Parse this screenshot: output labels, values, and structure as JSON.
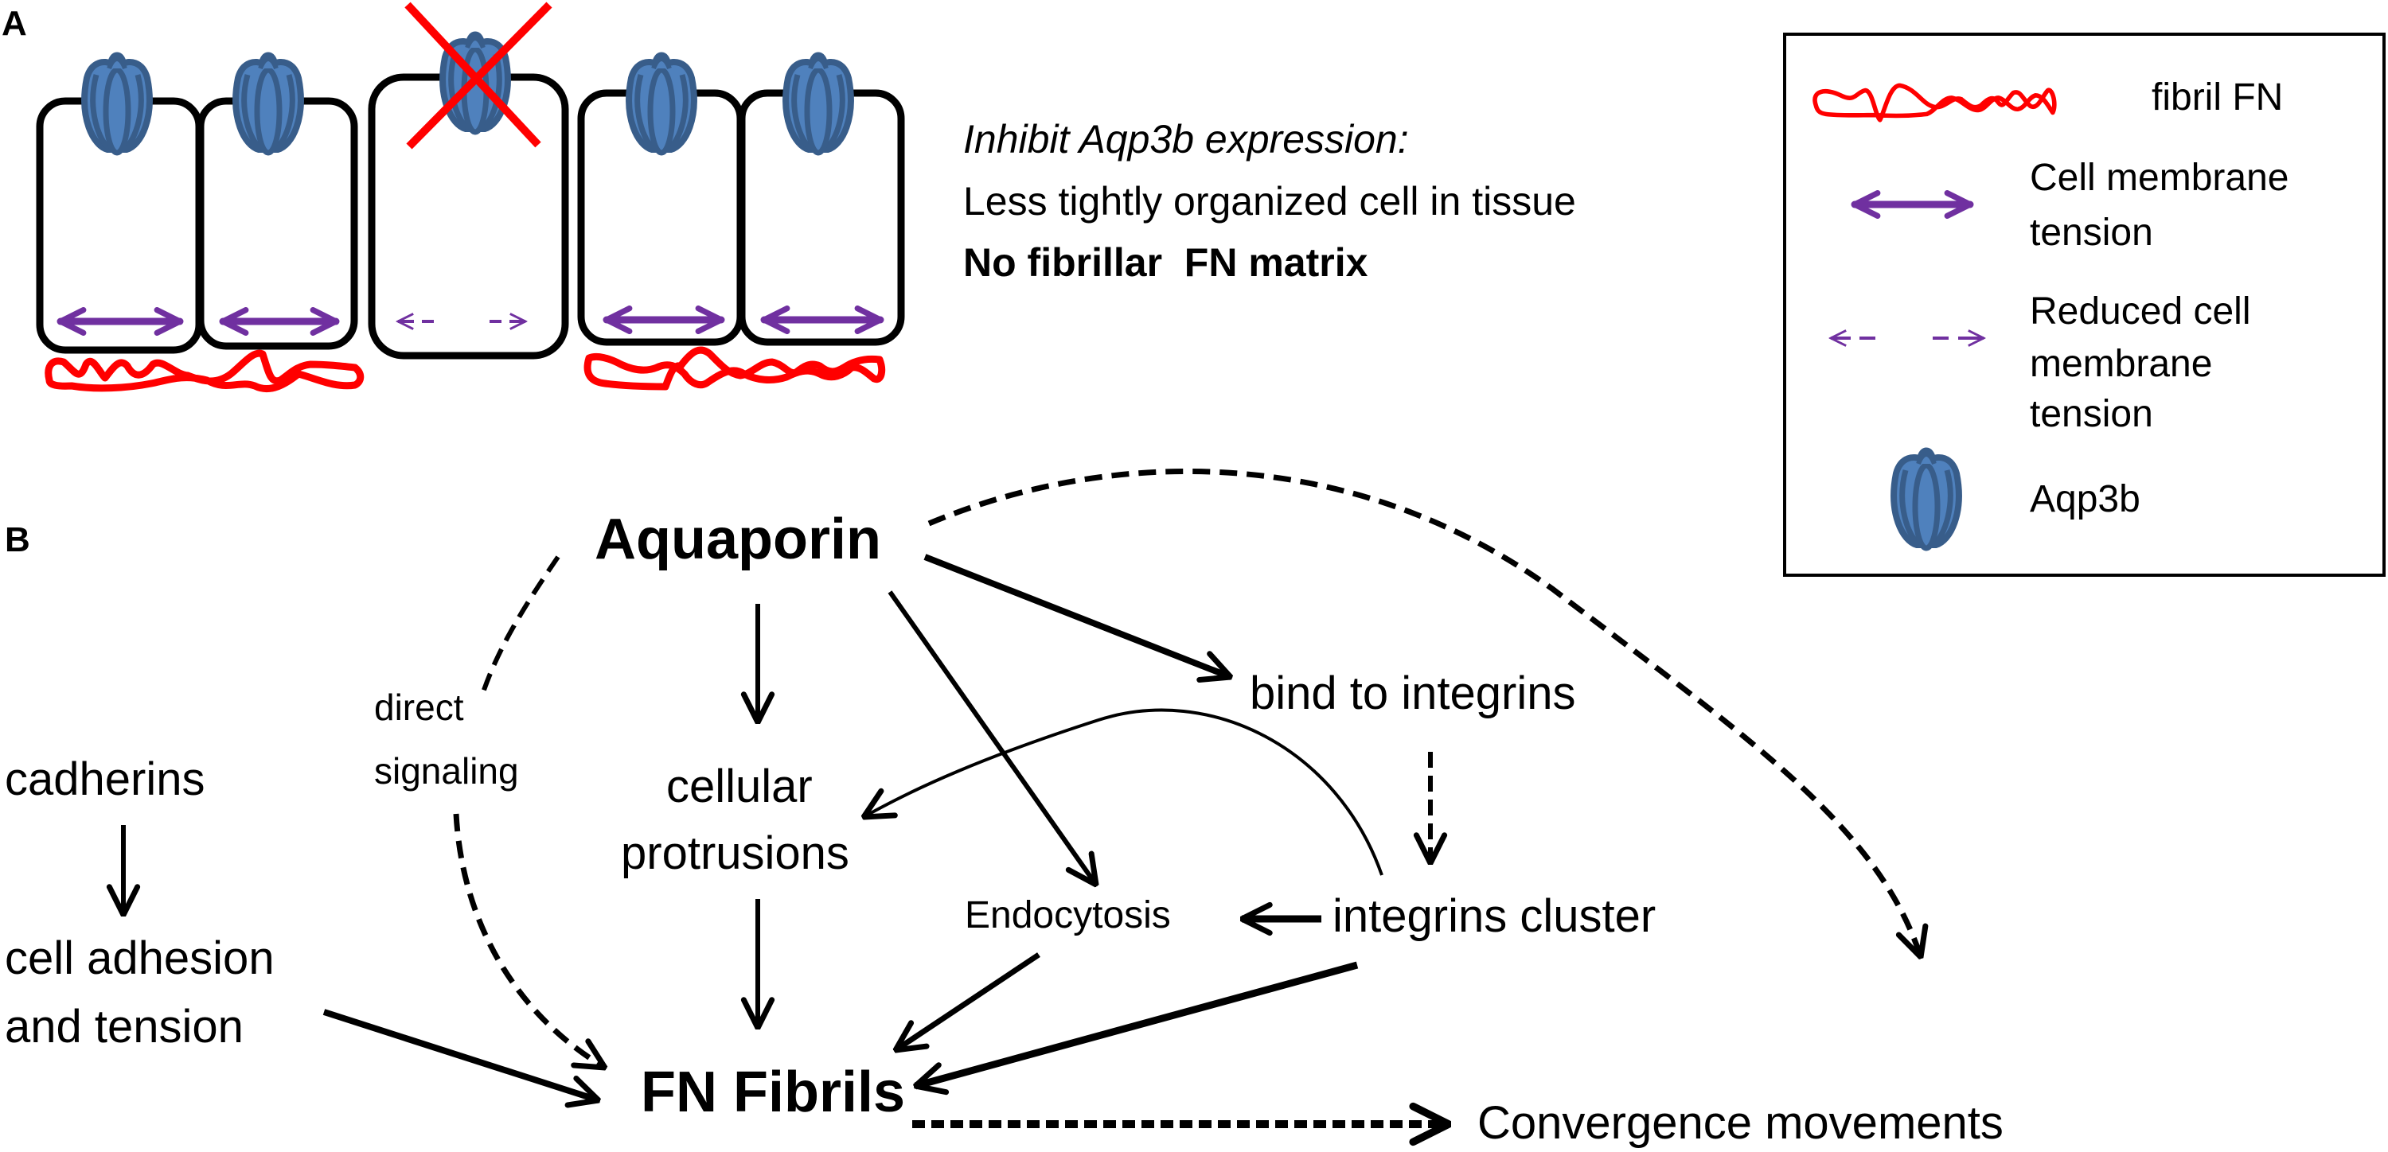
{
  "figure": {
    "colors": {
      "fibril": "#ff0000",
      "tension": "#7030a0",
      "protein_fill": "#4f81bd",
      "protein_stroke": "#385d8a",
      "knockout_mark": "#ff0000",
      "line": "#000000"
    }
  },
  "panel_a": {
    "label": "A",
    "cells": [
      {
        "has_aqp3b": true,
        "aqp3b_inhibited": false,
        "tension": "normal",
        "fibril_below": true
      },
      {
        "has_aqp3b": true,
        "aqp3b_inhibited": false,
        "tension": "normal",
        "fibril_below": true
      },
      {
        "has_aqp3b": true,
        "aqp3b_inhibited": true,
        "tension": "reduced",
        "fibril_below": false
      },
      {
        "has_aqp3b": true,
        "aqp3b_inhibited": false,
        "tension": "normal",
        "fibril_below": true
      },
      {
        "has_aqp3b": true,
        "aqp3b_inhibited": false,
        "tension": "normal",
        "fibril_below": true
      }
    ],
    "description": {
      "line1": "Inhibit Aqp3b expression:",
      "line2": "Less tightly organized cell in tissue",
      "line3": "No fibrillar  FN matrix"
    }
  },
  "legend": {
    "items": [
      {
        "icon": "fibril-icon",
        "label_lines": [
          "fibril FN"
        ]
      },
      {
        "icon": "double-arrow-solid-icon",
        "label_lines": [
          "Cell membrane",
          "tension"
        ]
      },
      {
        "icon": "double-arrow-dashed-icon",
        "label_lines": [
          "Reduced cell",
          "membrane",
          "tension"
        ]
      },
      {
        "icon": "aquaporin-protein-icon",
        "label_lines": [
          "Aqp3b"
        ]
      }
    ]
  },
  "panel_b": {
    "label": "B",
    "nodes": {
      "aquaporin": "Aquaporin",
      "direct_signaling": [
        "direct",
        "signaling"
      ],
      "cadherins": "cadherins",
      "cell_adhesion": [
        "cell adhesion",
        "and tension"
      ],
      "cellular_protrusions": [
        "cellular",
        "protrusions"
      ],
      "bind_integrins": "bind to integrins",
      "endocytosis": "Endocytosis",
      "integrins_cluster": "integrins cluster",
      "fn_fibrils": "FN Fibrils",
      "convergence": "Convergence movements"
    },
    "edges": [
      {
        "from": "aquaporin",
        "to": "fn_fibrils",
        "style": "dashed",
        "via": "direct_signaling"
      },
      {
        "from": "aquaporin",
        "to": "cellular_protrusions",
        "style": "solid"
      },
      {
        "from": "aquaporin",
        "to": "endocytosis",
        "style": "solid"
      },
      {
        "from": "aquaporin",
        "to": "bind_integrins",
        "style": "solid-bold"
      },
      {
        "from": "aquaporin",
        "to": "convergence",
        "style": "dashed"
      },
      {
        "from": "bind_integrins",
        "to": "integrins_cluster",
        "style": "dashed"
      },
      {
        "from": "integrins_cluster",
        "to": "cellular_protrusions",
        "style": "solid-curved"
      },
      {
        "from": "integrins_cluster",
        "to": "endocytosis",
        "style": "solid-bold"
      },
      {
        "from": "integrins_cluster",
        "to": "fn_fibrils",
        "style": "solid-bold"
      },
      {
        "from": "endocytosis",
        "to": "fn_fibrils",
        "style": "solid"
      },
      {
        "from": "cellular_protrusions",
        "to": "fn_fibrils",
        "style": "solid"
      },
      {
        "from": "cadherins",
        "to": "cell_adhesion",
        "style": "solid"
      },
      {
        "from": "cell_adhesion",
        "to": "fn_fibrils",
        "style": "solid-bold"
      },
      {
        "from": "fn_fibrils",
        "to": "convergence",
        "style": "dashed-bold"
      }
    ]
  }
}
